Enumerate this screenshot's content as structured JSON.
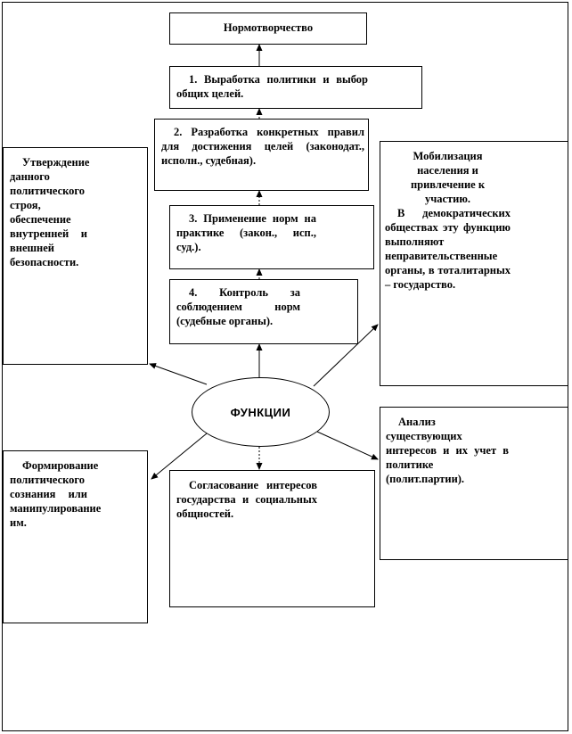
{
  "center": {
    "label": "ФУНКЦИИ"
  },
  "top": {
    "norm": "Нормотворчество",
    "step1": "1. Выработка политики и выбор общих целей.",
    "step2": "2. Разработка конкретных правил для достижения целей (законодат., исполн., судебная).",
    "step3": "3. Применение норм на практике (закон., исп., суд.).",
    "step4": "4. Контроль за соблюдением норм (судебные органы)."
  },
  "left_top": "Утверждение данного политического строя, обеспечение внутренней и внешней безопасности.",
  "right_top": {
    "title": "Мобилизация населения и привлечение к участию.",
    "body": "В демократических обществах эту функцию выполняют неправительственные органы, в тоталитарных – государство."
  },
  "right_bottom": "Анализ существующих интересов и их учет в политике (полит.партии).",
  "bottom_center": "Согласование интересов государства и социальных общностей.",
  "left_bottom": "Формирование политического сознания или манипулирование им."
}
